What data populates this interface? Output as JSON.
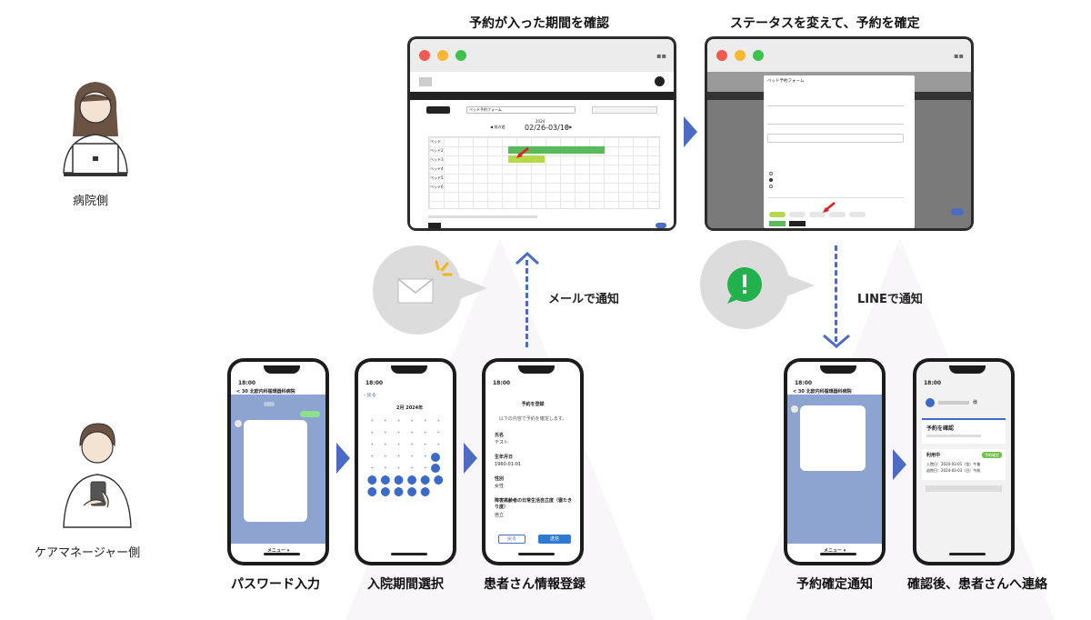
{
  "headings": {
    "confirm_period": "予約が入った期間を確認",
    "change_status": "ステータスを変えて、予約を確定"
  },
  "sides": {
    "hospital": "病院側",
    "care_manager": "ケアマネージャー側"
  },
  "flows": {
    "mail": "メールで通知",
    "line": "LINEで通知"
  },
  "steps": {
    "password": "パスワード入力",
    "period": "入院期間選択",
    "patient": "患者さん情報登録",
    "notify": "予約確定通知",
    "contact": "確認後、患者さんへ連絡"
  },
  "calendar_window": {
    "form_select": "ベッド予約フォーム",
    "year": "2024",
    "range": "02/26-03/10",
    "beds": [
      "ベッド",
      "ベッド2",
      "ベッド3",
      "ベッド4",
      "ベッド5",
      "ベッド6"
    ]
  },
  "form_window": {
    "title": "ベッド予約フォーム"
  },
  "phones": {
    "time": "18:00",
    "chat_title": "< 30 北欧内科循環器科病院",
    "menu": "メニュー ▾",
    "calendar_month": "2月 2024年",
    "reserve_title": "予約を登録",
    "reserve_intro": "以下の内容で予約を確定します。",
    "fields": [
      {
        "label": "氏名",
        "value": "テスト"
      },
      {
        "label": "生年月日",
        "value": "1960-01-01"
      },
      {
        "label": "性別",
        "value": "女性"
      },
      {
        "label": "障害高齢者の日常生活自立度（寝たきり度）",
        "value": "自立"
      }
    ],
    "back": "戻る",
    "confirm": "送信",
    "confirm_card_title": "予約を確認",
    "usage_title": "利用中",
    "usage_badge": "予約確定",
    "usage_lines": [
      "入院日：2024-03-01（金）午後",
      "退院日：2024-03-03（日）午前"
    ],
    "sama": "様"
  },
  "colors": {
    "accent_blue": "#4c6cc4",
    "line_green": "#22b14c",
    "phone_chat_bg": "#8ca4cf",
    "reserve_green": "#6fc14a"
  }
}
